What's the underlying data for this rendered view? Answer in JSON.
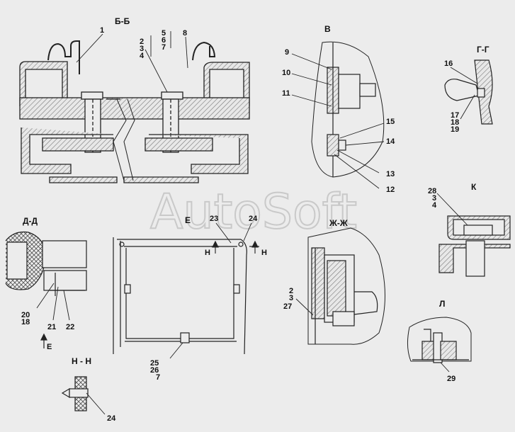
{
  "watermark": "AutoSoft",
  "sections": {
    "bb": "Б-Б",
    "v": "В",
    "gg": "Г-Г",
    "k": "К",
    "dd": "Д-Д",
    "e": "Е",
    "e_mark": "Е",
    "h_mark": "Н",
    "zhzh": "Ж-Ж",
    "l": "Л",
    "hh": "Н - Н"
  },
  "callouts": {
    "c1": "1",
    "c2": "2",
    "c3": "3",
    "c4": "4",
    "c5": "5",
    "c6": "6",
    "c7": "7",
    "c8": "8",
    "c9": "9",
    "c10": "10",
    "c11": "11",
    "c12": "12",
    "c13": "13",
    "c14": "14",
    "c15": "15",
    "c16": "16",
    "c17": "17",
    "c18": "18",
    "c19": "19",
    "c20": "20",
    "c21": "21",
    "c22": "22",
    "c23": "23",
    "c24": "24",
    "c25": "25",
    "c26": "26",
    "c27": "27",
    "c28": "28",
    "c29": "29"
  }
}
